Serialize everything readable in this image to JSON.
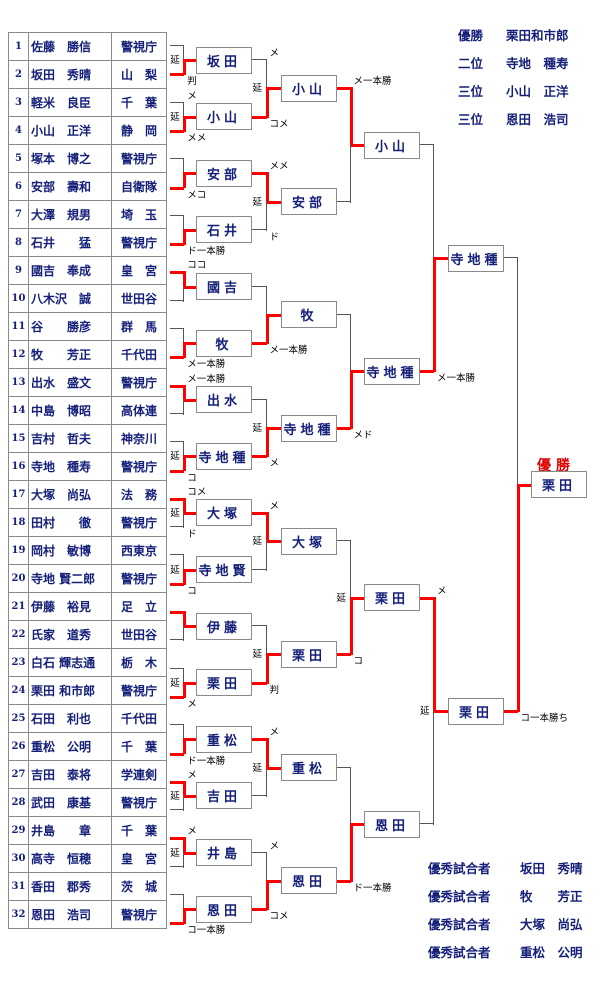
{
  "players": [
    {
      "num": "1",
      "name": "佐藤　勝信",
      "pref": "警視庁"
    },
    {
      "num": "2",
      "name": "坂田　秀晴",
      "pref": "山　梨"
    },
    {
      "num": "3",
      "name": "軽米　良臣",
      "pref": "千　葉"
    },
    {
      "num": "4",
      "name": "小山　正洋",
      "pref": "静　岡"
    },
    {
      "num": "5",
      "name": "塚本　博之",
      "pref": "警視庁"
    },
    {
      "num": "6",
      "name": "安部　壽和",
      "pref": "自衛隊"
    },
    {
      "num": "7",
      "name": "大澤　規男",
      "pref": "埼　玉"
    },
    {
      "num": "8",
      "name": "石井　　猛",
      "pref": "警視庁"
    },
    {
      "num": "9",
      "name": "國吉　奉成",
      "pref": "皇　宮"
    },
    {
      "num": "10",
      "name": "八木沢　誠",
      "pref": "世田谷"
    },
    {
      "num": "11",
      "name": "谷　　勝彦",
      "pref": "群　馬"
    },
    {
      "num": "12",
      "name": "牧　　芳正",
      "pref": "千代田"
    },
    {
      "num": "13",
      "name": "出水　盛文",
      "pref": "警視庁"
    },
    {
      "num": "14",
      "name": "中島　博昭",
      "pref": "高体連"
    },
    {
      "num": "15",
      "name": "吉村　哲夫",
      "pref": "神奈川"
    },
    {
      "num": "16",
      "name": "寺地　種寿",
      "pref": "警視庁"
    },
    {
      "num": "17",
      "name": "大塚　尚弘",
      "pref": "法　務"
    },
    {
      "num": "18",
      "name": "田村　　徹",
      "pref": "警視庁"
    },
    {
      "num": "19",
      "name": "岡村　敏博",
      "pref": "西東京"
    },
    {
      "num": "20",
      "name": "寺地 賢二郎",
      "pref": "警視庁"
    },
    {
      "num": "21",
      "name": "伊藤　裕見",
      "pref": "足　立"
    },
    {
      "num": "22",
      "name": "氏家　道秀",
      "pref": "世田谷"
    },
    {
      "num": "23",
      "name": "白石 輝志通",
      "pref": "栃　木"
    },
    {
      "num": "24",
      "name": "栗田 和市郎",
      "pref": "警視庁"
    },
    {
      "num": "25",
      "name": "石田　利也",
      "pref": "千代田"
    },
    {
      "num": "26",
      "name": "重松　公明",
      "pref": "千　葉"
    },
    {
      "num": "27",
      "name": "吉田　泰将",
      "pref": "学連剣"
    },
    {
      "num": "28",
      "name": "武田　康基",
      "pref": "警視庁"
    },
    {
      "num": "29",
      "name": "井島　　章",
      "pref": "千　葉"
    },
    {
      "num": "30",
      "name": "高寺　恒穂",
      "pref": "皇　宮"
    },
    {
      "num": "31",
      "name": "香田　郡秀",
      "pref": "茨　城"
    },
    {
      "num": "32",
      "name": "恩田　浩司",
      "pref": "警視庁"
    }
  ],
  "round1": [
    "坂田",
    "小山",
    "安部",
    "石井",
    "國吉",
    "牧",
    "出水",
    "寺地種",
    "大塚",
    "寺地賢",
    "伊藤",
    "栗田",
    "重松",
    "吉田",
    "井島",
    "恩田"
  ],
  "round2": [
    "小山",
    "安部",
    "牧",
    "寺地種",
    "大塚",
    "栗田",
    "重松",
    "恩田"
  ],
  "round3": [
    "小山",
    "寺地種",
    "栗田",
    "恩田"
  ],
  "round4": [
    "寺地種",
    "栗田"
  ],
  "champion": "栗田",
  "champion_title": "優勝",
  "results": {
    "r1": [
      {
        "a": "",
        "b": "延",
        "c": "判"
      },
      {
        "a": "メ",
        "b": "延",
        "c": "メメ"
      },
      {
        "a": "",
        "b": "",
        "c": "メコ"
      },
      {
        "a": "",
        "b": "",
        "c": "ド一本勝"
      },
      {
        "a": "ココ",
        "b": "",
        "c": ""
      },
      {
        "a": "",
        "b": "",
        "c": "メ一本勝"
      },
      {
        "a": "メ一本勝",
        "b": "",
        "c": ""
      },
      {
        "a": "",
        "b": "延",
        "c": "コ"
      },
      {
        "a": "コメ",
        "b": "延",
        "c": "ド"
      },
      {
        "a": "",
        "b": "延",
        "c": "コ"
      },
      {
        "a": "",
        "b": "",
        "c": ""
      },
      {
        "a": "",
        "b": "延",
        "c": "メ"
      },
      {
        "a": "",
        "b": "",
        "c": "ド一本勝"
      },
      {
        "a": "メ",
        "b": "延",
        "c": ""
      },
      {
        "a": "メ",
        "b": "延",
        "c": ""
      },
      {
        "a": "",
        "b": "",
        "c": "コ一本勝"
      }
    ],
    "r2": [
      {
        "a": "メ",
        "b": "延",
        "c": "コメ"
      },
      {
        "a": "メメ",
        "b": "延",
        "c": "ド"
      },
      {
        "a": "",
        "b": "",
        "c": "メ一本勝"
      },
      {
        "a": "",
        "b": "延",
        "c": "メ"
      },
      {
        "a": "メ",
        "b": "延",
        "c": ""
      },
      {
        "a": "",
        "b": "延",
        "c": "判"
      },
      {
        "a": "メ",
        "b": "延",
        "c": ""
      },
      {
        "a": "メ",
        "b": "",
        "c": "コメ"
      }
    ],
    "r3": [
      {
        "a": "メ一本勝",
        "b": "",
        "c": ""
      },
      {
        "a": "",
        "b": "",
        "c": "メド"
      },
      {
        "a": "",
        "b": "延",
        "c": "コ"
      },
      {
        "a": "",
        "b": "",
        "c": "ド一本勝"
      }
    ],
    "r4": [
      {
        "a": "",
        "b": "",
        "c": "メ一本勝"
      },
      {
        "a": "メ",
        "b": "延",
        "c": ""
      }
    ],
    "final": {
      "c": "コ一本勝ち"
    }
  },
  "summary_top": [
    {
      "label": "優勝",
      "name": "栗田和市郎"
    },
    {
      "label": "二位",
      "name": "寺地　種寿"
    },
    {
      "label": "三位",
      "name": "小山　正洋"
    },
    {
      "label": "三位",
      "name": "恩田　浩司"
    }
  ],
  "summary_bottom": [
    {
      "label": "優秀試合者",
      "name": "坂田　秀晴"
    },
    {
      "label": "優秀試合者",
      "name": "牧　　芳正"
    },
    {
      "label": "優秀試合者",
      "name": "大塚　尚弘"
    },
    {
      "label": "優秀試合者",
      "name": "重松　公明"
    }
  ],
  "colors": {
    "win_line": "#ff0000",
    "lose_line": "#555555",
    "text": "#15207a"
  }
}
